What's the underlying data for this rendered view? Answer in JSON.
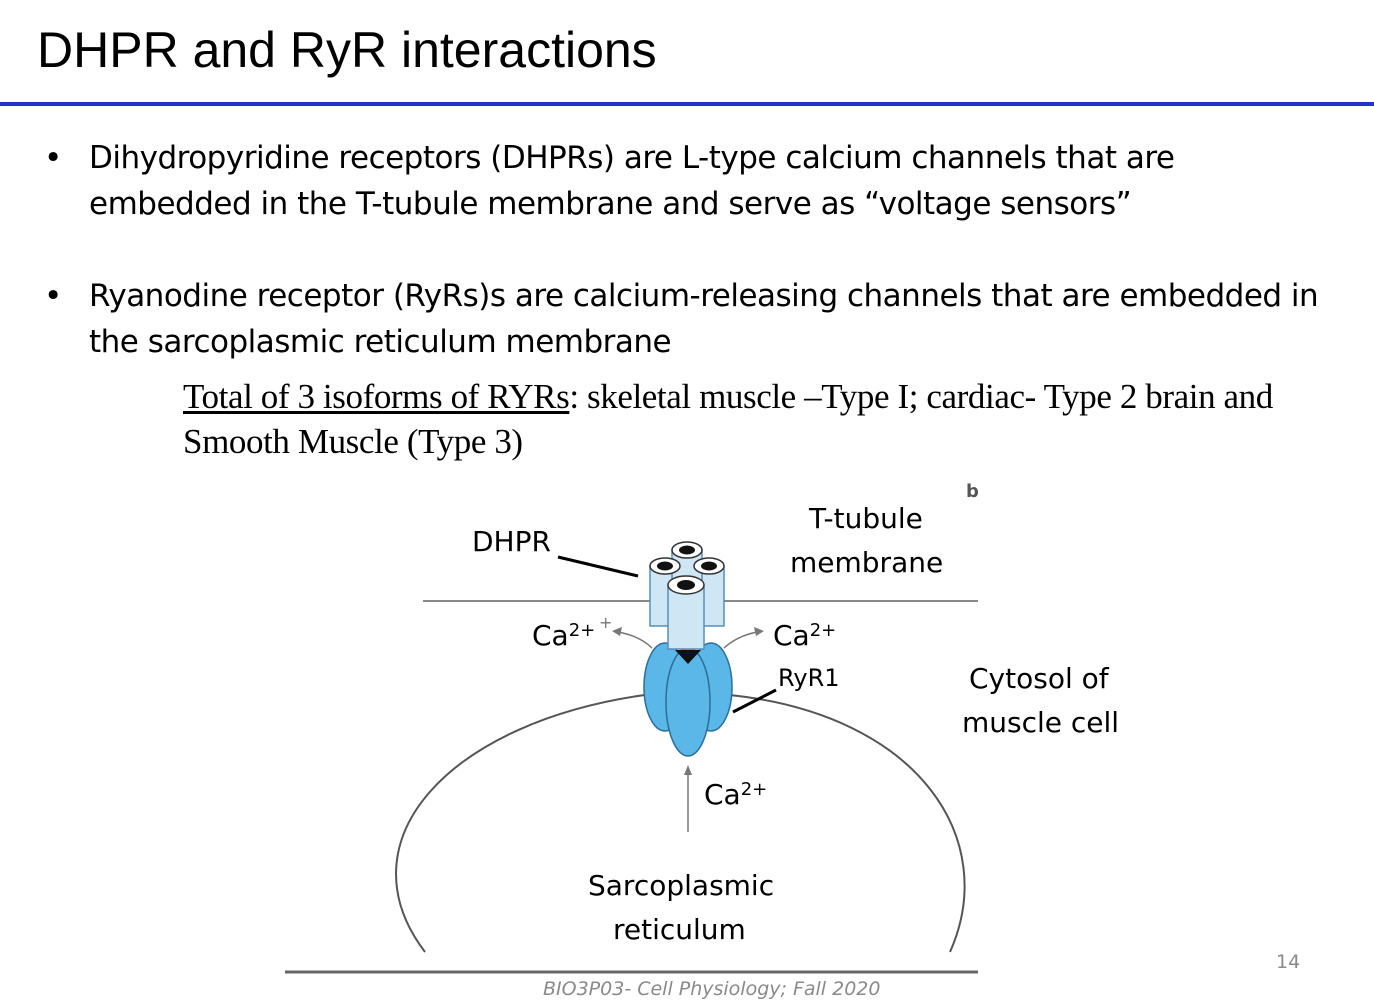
{
  "slide": {
    "title": "DHPR and RyR interactions",
    "bullets": [
      "Dihydropyridine receptors (DHPRs) are L-type calcium channels that are embedded in the T-tubule membrane and serve as “voltage sensors”",
      "Ryanodine receptor (RyRs)s are calcium-releasing channels that are embedded in the sarcoplasmic reticulum membrane"
    ],
    "subnote_underlined": "Total of 3 isoforms of RYRs",
    "subnote_rest": ": skeletal muscle –Type I; cardiac- Type 2 brain and Smooth Muscle (Type 3)",
    "footer": "BIO3P03- Cell Physiology; Fall 2020",
    "page_number": "14"
  },
  "figure": {
    "panel_letter": "b",
    "labels": {
      "dhpr": "DHPR",
      "ttubule_line1": "T-tubule",
      "ttubule_line2": "membrane",
      "ca_left": "Ca",
      "ca_left_charge": "2+",
      "ca_right": "Ca",
      "ca_right_charge": "2+",
      "ryr1": "RyR1",
      "cytosol_line1": "Cytosol of",
      "cytosol_line2": "muscle cell",
      "ca_bottom": "Ca",
      "ca_bottom_charge": "2+",
      "sr_line1": "Sarcoplasmic",
      "sr_line2": "reticulum",
      "plus_sign": "+"
    },
    "colors": {
      "dhpr_fill": "#cfe6f4",
      "ryr_fill": "#5bb7e8",
      "title_rule": "#2433c9"
    }
  }
}
